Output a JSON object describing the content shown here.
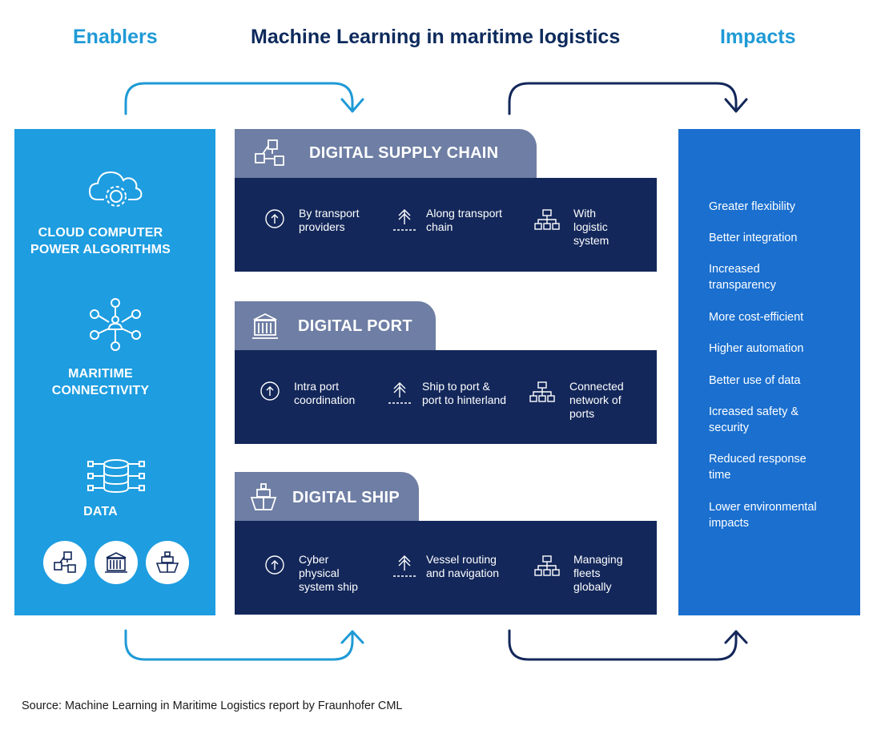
{
  "header": {
    "enablers": "Enablers",
    "title": "Machine Learning in maritime logistics",
    "impacts": "Impacts"
  },
  "colors": {
    "enablers_panel": "#1e9de0",
    "impacts_panel": "#1a6fcf",
    "tab": "#6e7ea4",
    "box": "#13275a",
    "arrow_light": "#1f9ad6",
    "arrow_dark": "#13275a"
  },
  "enablers": [
    {
      "label": "CLOUD COMPUTER\nPOWER ALGORITHMS",
      "icon": "cloud-gear-icon"
    },
    {
      "label": "MARITIME\nCONNECTIVITY",
      "icon": "network-hub-icon"
    },
    {
      "label": "DATA",
      "icon": "database-icon"
    }
  ],
  "enabler_circles": [
    "supply-chain-icon",
    "port-icon",
    "ship-icon"
  ],
  "sections": [
    {
      "title": "DIGITAL SUPPLY CHAIN",
      "icon": "supply-chain-icon",
      "items": [
        {
          "text": "By transport\nproviders",
          "icon": "arrow-circle-up-icon"
        },
        {
          "text": "Along transport\nchain",
          "icon": "arrow-up-line-icon"
        },
        {
          "text": "With\nlogistic\nsystem",
          "icon": "hierarchy-icon"
        }
      ]
    },
    {
      "title": "DIGITAL PORT",
      "icon": "port-icon",
      "items": [
        {
          "text": "Intra port\ncoordination",
          "icon": "arrow-circle-up-icon"
        },
        {
          "text": "Ship to port &\nport to hinterland",
          "icon": "arrow-up-line-icon"
        },
        {
          "text": "Connected\nnetwork of\nports",
          "icon": "hierarchy-icon"
        }
      ]
    },
    {
      "title": "DIGITAL SHIP",
      "icon": "ship-icon",
      "items": [
        {
          "text": "Cyber\nphysical\nsystem ship",
          "icon": "arrow-circle-up-icon"
        },
        {
          "text": "Vessel routing\nand navigation",
          "icon": "arrow-up-line-icon"
        },
        {
          "text": "Managing\nfleets\nglobally",
          "icon": "hierarchy-icon"
        }
      ]
    }
  ],
  "impacts": [
    "Greater flexibility",
    "Better integration",
    "Increased\ntransparency",
    "More cost-efficient",
    "Higher automation",
    "Better use of data",
    "Icreased safety &\nsecurity",
    "Reduced response\ntime",
    "Lower environmental\nimpacts"
  ],
  "source": "Source: Machine Learning in Maritime Logistics report by Fraunhofer CML"
}
